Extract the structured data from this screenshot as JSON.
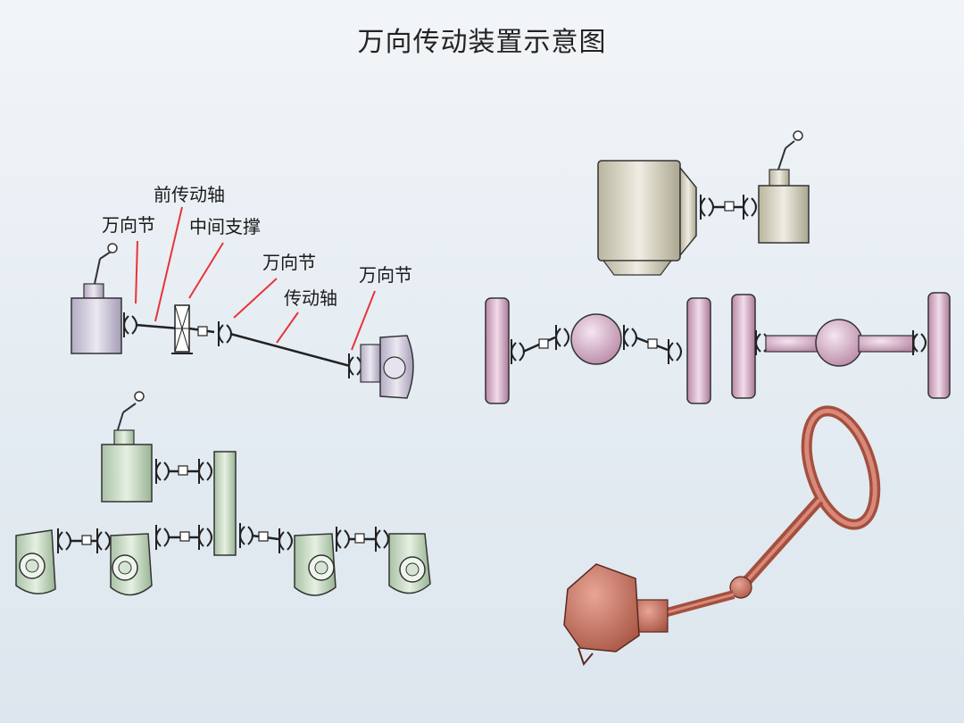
{
  "title": "万向传动装置示意图",
  "labels": {
    "universal_joint_1": "万向节",
    "front_drive_shaft": "前传动轴",
    "center_support": "中间支撑",
    "universal_joint_2": "万向节",
    "drive_shaft": "传动轴",
    "universal_joint_3": "万向节"
  },
  "colors": {
    "gearbox_lavender": "#c9c2d6",
    "gearbox_green": "#c9d9c6",
    "engine_beige": "#d9d6c4",
    "wheel_pink": "#d9a9c8",
    "steering_red": "#c9705f",
    "leader_red": "#e8343a"
  }
}
